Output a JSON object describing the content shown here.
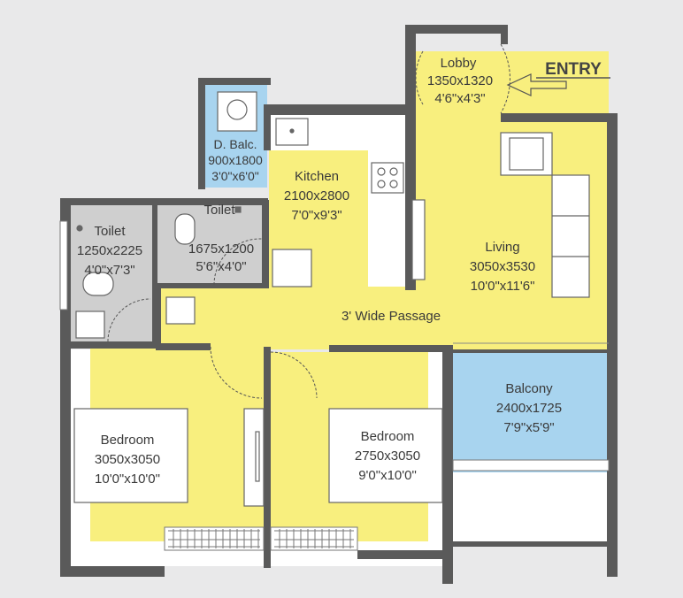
{
  "entry_label": "ENTRY",
  "rooms": {
    "lobby": {
      "name": "Lobby",
      "metric": "1350x1320",
      "imperial": "4'6\"x4'3\""
    },
    "dry_balcony": {
      "name": "D. Balc.",
      "metric": "900x1800",
      "imperial": "3'0\"x6'0\""
    },
    "kitchen": {
      "name": "Kitchen",
      "metric": "2100x2800",
      "imperial": "7'0\"x9'3\""
    },
    "living": {
      "name": "Living",
      "metric": "3050x3530",
      "imperial": "10'0\"x11'6\""
    },
    "toilet_1": {
      "name": "Toilet",
      "metric": "1250x2225",
      "imperial": "4'0\"x7'3\""
    },
    "toilet_2": {
      "name": "Toilet",
      "metric": "1675x1200",
      "imperial": "5'6\"x4'0\""
    },
    "passage": {
      "name": "3' Wide Passage"
    },
    "balcony": {
      "name": "Balcony",
      "metric": "2400x1725",
      "imperial": "7'9\"x5'9\""
    },
    "bedroom_1": {
      "name": "Bedroom",
      "metric": "3050x3050",
      "imperial": "10'0\"x10'0\""
    },
    "bedroom_2": {
      "name": "Bedroom",
      "metric": "2750x3050",
      "imperial": "9'0\"x10'0\""
    }
  },
  "colors": {
    "room_fill": "#f8ef7e",
    "wet_fill": "#cfcfcf",
    "balcony_fill": "#a8d4ef",
    "wall": "#5a5a5a",
    "background": "#e9e9ea"
  }
}
